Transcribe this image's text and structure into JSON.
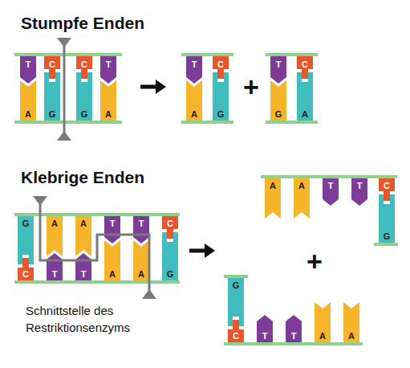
{
  "diagram": {
    "labels": [
      "Stumpfe Enden",
      "T",
      "C",
      "C",
      "T",
      "A",
      "G",
      "G",
      "A",
      "T",
      "C",
      "A",
      "G",
      "+",
      "T",
      "C",
      "G",
      "A",
      "Klebrige Enden",
      "G",
      "A",
      "A",
      "T",
      "T",
      "C",
      "C",
      "T",
      "T",
      "A",
      "A",
      "G",
      "Schnittstelle des Restriktionsenzyms",
      "A",
      "A",
      "T",
      "T",
      "C",
      "G",
      "+",
      "G",
      "C",
      "T",
      "T",
      "A",
      "A"
    ]
  }
}
